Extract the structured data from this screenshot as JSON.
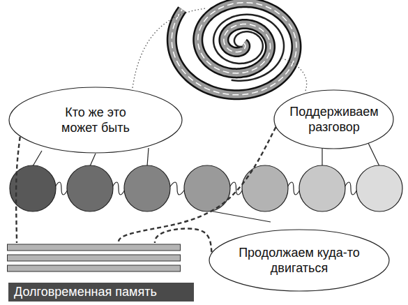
{
  "diagram": {
    "nodes": [
      {
        "text": [
          "Кто же это может быть"
        ]
      },
      {
        "text": [
          "Поддерживаем разговор"
        ]
      },
      {
        "text": [
          "Продолжаем куда-то двигаться"
        ]
      },
      {
        "text": [
          "Долговременная память"
        ]
      }
    ],
    "edges": [
      {
        "from": 0,
        "to": 3,
        "arrow": "none"
      },
      {
        "from": 1,
        "to": 3,
        "arrow": "none"
      },
      {
        "from": 2,
        "to": 3,
        "arrow": "none"
      }
    ]
  }
}
